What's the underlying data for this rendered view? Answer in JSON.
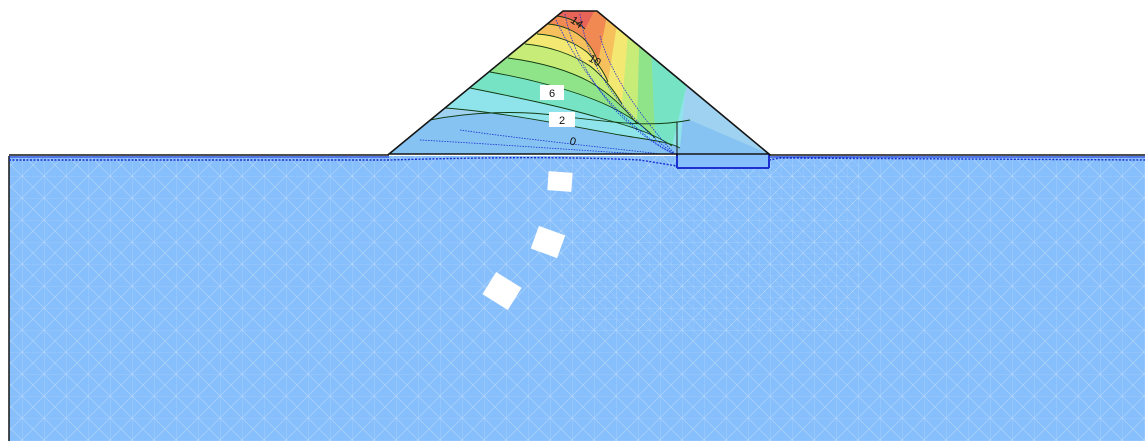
{
  "contour_labels": [
    {
      "text": "14"
    },
    {
      "text": "10"
    },
    {
      "text": "6"
    },
    {
      "text": "2"
    },
    {
      "text": "0"
    }
  ],
  "colors": {
    "foundation_fill": "#86bffb",
    "mesh_line": "#b6d6fb",
    "outline": "#141414",
    "flow_line": "#1b32d8",
    "water_table": "#1e2fd0",
    "contour_line": "#123c12",
    "band_0": "#9ed2f0",
    "band_1": "#8fe3ea",
    "band_2": "#77e3c5",
    "band_3": "#8fe389",
    "band_4": "#c8ec78",
    "band_5": "#f3e972",
    "band_6": "#f6c05c",
    "band_7": "#f08a52",
    "band_8": "#e86459"
  }
}
